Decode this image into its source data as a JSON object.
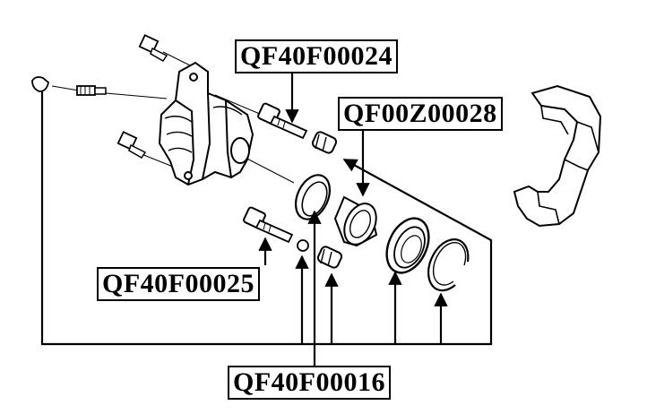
{
  "diagram": {
    "labels": {
      "top": "QF40F00024",
      "upper_right": "QF00Z00028",
      "left": "QF40F00025",
      "bottom": "QF40F00016"
    },
    "colors": {
      "line": "#000000",
      "background": "#ffffff",
      "shade": "#bdbdbd"
    }
  }
}
